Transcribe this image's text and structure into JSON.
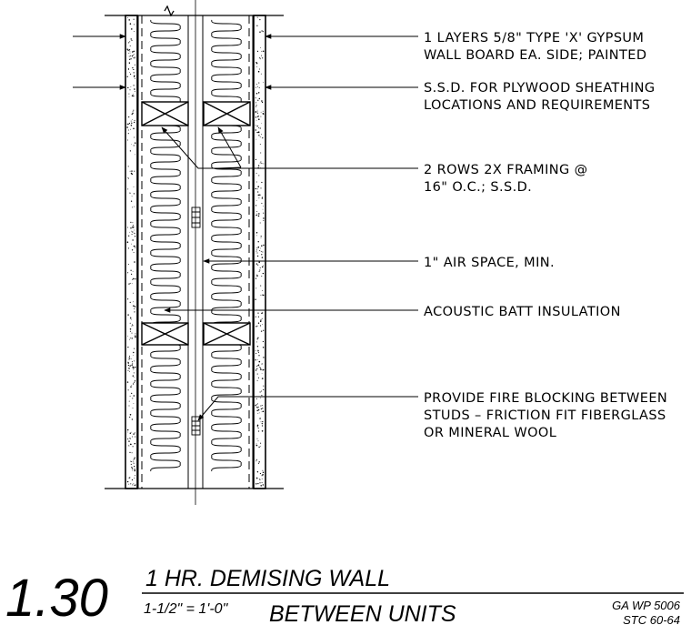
{
  "notes": [
    {
      "id": "gypsum",
      "lines": [
        "1 LAYERS 5/8\" TYPE 'X' GYPSUM",
        "WALL BOARD EA. SIDE; PAINTED"
      ]
    },
    {
      "id": "sheathing",
      "lines": [
        "S.S.D. FOR PLYWOOD SHEATHING",
        "LOCATIONS AND REQUIREMENTS"
      ]
    },
    {
      "id": "framing",
      "lines": [
        "2 ROWS 2X FRAMING @",
        "16\" O.C.; S.S.D."
      ]
    },
    {
      "id": "air-space",
      "lines": [
        "1\" AIR SPACE, MIN."
      ]
    },
    {
      "id": "insulation",
      "lines": [
        "ACOUSTIC BATT INSULATION"
      ]
    },
    {
      "id": "fire-blocking",
      "lines": [
        "PROVIDE FIRE BLOCKING BETWEEN",
        "STUDS – FRICTION FIT FIBERGLASS",
        "OR MINERAL WOOL"
      ]
    }
  ],
  "title_block": {
    "detail_number": "1.30",
    "title_line1": "1 HR. DEMISING WALL",
    "title_line2": "BETWEEN UNITS",
    "scale": "1-1/2\" = 1'-0\"",
    "ref_line1": "GA WP 5006",
    "ref_line2": "STC 60-64"
  }
}
